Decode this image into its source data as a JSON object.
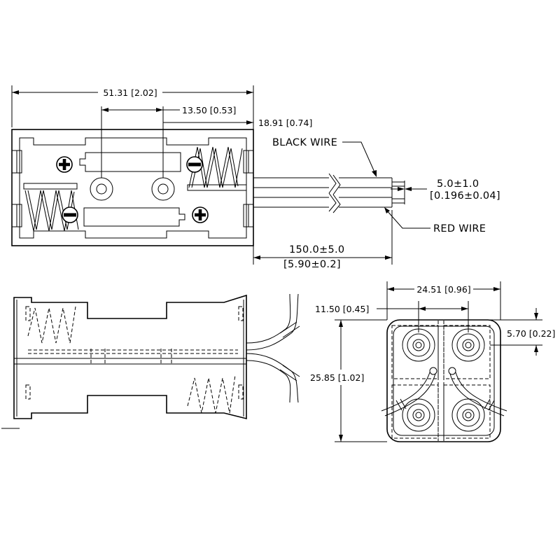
{
  "top_view": {
    "overall_length": "51.31 [2.02]",
    "terminal_spacing": "13.50 [0.53]",
    "terminal_offset": "18.91 [0.74]",
    "black_wire": "BLACK WIRE",
    "red_wire": "RED WIRE",
    "strip_length_line1": "5.0±1.0",
    "strip_length_line2": "[0.196±0.04]",
    "wire_length_line1": "150.0±5.0",
    "wire_length_line2": "[5.90±0.2]"
  },
  "end_view": {
    "overall_width": "24.51 [0.96]",
    "hole_offset_x": "11.50 [0.45]",
    "hole_offset_y": "5.70 [0.22]",
    "overall_height": "25.85 [1.02]"
  }
}
